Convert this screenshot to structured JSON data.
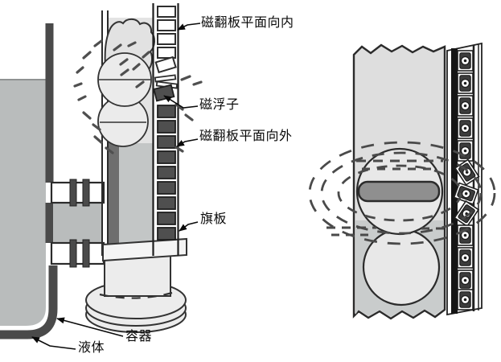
{
  "labels": {
    "flap_plane_inward": "磁翻板平面向内",
    "magnetic_float": "磁浮子",
    "flap_plane_outward": "磁翻板平面向外",
    "flag_plate": "旗板",
    "vessel": "容器",
    "liquid": "液体"
  },
  "colors": {
    "background": "#ffffff",
    "tank_fill": "#b9bcbc",
    "wall_dark": "#4a4a4a",
    "outline": "#2b2b2b",
    "chamber_interior": "#e3e3e3",
    "chamber_liquid": "#c3c6c6",
    "chamber_wall_stripe": "#6e6e6e",
    "float_fill": "#ebebeb",
    "flag_dark": "#4f4f4f",
    "flag_light": "#ffffff",
    "magnet_fill": "#8f8f8f",
    "flapper_body": "#3c3c3c",
    "field_line": "#4a4a4a"
  }
}
